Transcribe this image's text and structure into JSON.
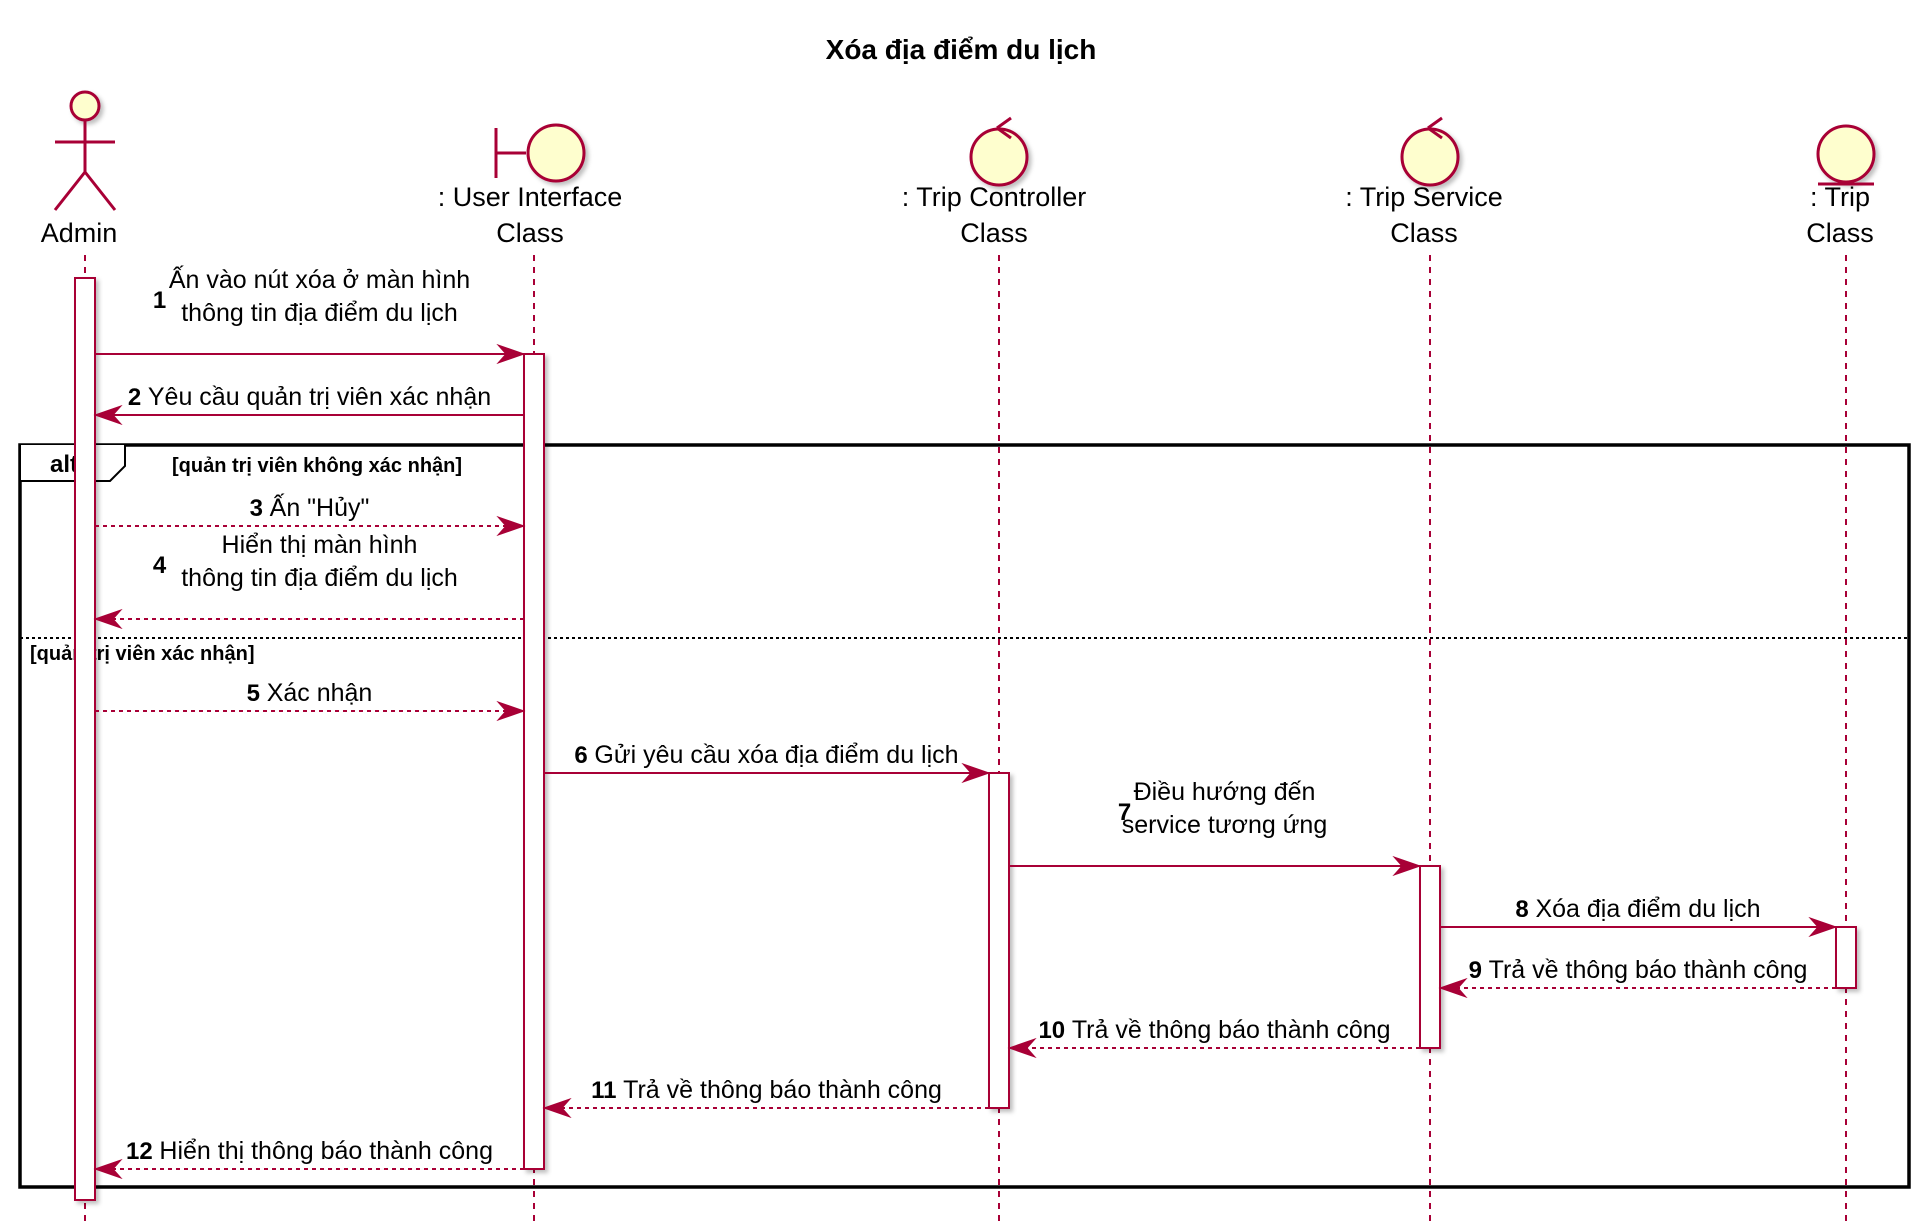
{
  "diagram": {
    "title": "Xóa địa điểm du lịch",
    "participants": [
      {
        "id": "admin",
        "kind": "actor",
        "label_lines": [
          "Admin"
        ]
      },
      {
        "id": "ui",
        "kind": "boundary",
        "label_lines": [
          ": User Interface",
          "Class"
        ]
      },
      {
        "id": "tc",
        "kind": "control",
        "label_lines": [
          ": Trip Controller",
          "Class"
        ]
      },
      {
        "id": "ts",
        "kind": "control",
        "label_lines": [
          ": Trip Service",
          "Class"
        ]
      },
      {
        "id": "trip",
        "kind": "entity",
        "label_lines": [
          ": Trip",
          "Class"
        ]
      }
    ],
    "messages": [
      {
        "num": "1",
        "from": "admin",
        "to": "ui",
        "style": "solid",
        "text_lines": [
          "Ấn vào nút xóa ở màn hình",
          "thông tin địa điểm du lịch"
        ]
      },
      {
        "num": "2",
        "from": "ui",
        "to": "admin",
        "style": "solid",
        "text_lines": [
          "Yêu cầu quản trị viên xác nhận"
        ]
      },
      {
        "num": "3",
        "from": "admin",
        "to": "ui",
        "style": "dashed",
        "text_lines": [
          "Ấn \"Hủy\""
        ]
      },
      {
        "num": "4",
        "from": "ui",
        "to": "admin",
        "style": "dashed",
        "text_lines": [
          "Hiển thị màn hình",
          "thông tin địa điểm du lịch"
        ]
      },
      {
        "num": "5",
        "from": "admin",
        "to": "ui",
        "style": "dashed",
        "text_lines": [
          "Xác nhận"
        ]
      },
      {
        "num": "6",
        "from": "ui",
        "to": "tc",
        "style": "solid",
        "text_lines": [
          "Gửi yêu cầu xóa địa điểm du lịch"
        ]
      },
      {
        "num": "7",
        "from": "tc",
        "to": "ts",
        "style": "solid",
        "text_lines": [
          "Điều hướng đến",
          "service tương ứng"
        ]
      },
      {
        "num": "8",
        "from": "ts",
        "to": "trip",
        "style": "solid",
        "text_lines": [
          "Xóa địa điểm du lịch"
        ]
      },
      {
        "num": "9",
        "from": "trip",
        "to": "ts",
        "style": "dashed",
        "text_lines": [
          "Trả về thông báo thành công"
        ]
      },
      {
        "num": "10",
        "from": "ts",
        "to": "tc",
        "style": "dashed",
        "text_lines": [
          "Trả về thông báo thành công"
        ]
      },
      {
        "num": "11",
        "from": "tc",
        "to": "ui",
        "style": "dashed",
        "text_lines": [
          "Trả về thông báo thành công"
        ]
      },
      {
        "num": "12",
        "from": "ui",
        "to": "admin",
        "style": "dashed",
        "text_lines": [
          "Hiển thị thông báo thành công"
        ]
      }
    ],
    "fragment": {
      "operator": "alt",
      "guards": [
        "[quản trị viên không xác nhận]",
        "[quản trị viên xác nhận]"
      ]
    },
    "colors": {
      "line": "#A80036",
      "fill": "#FEFECE",
      "frame": "#000000"
    }
  }
}
